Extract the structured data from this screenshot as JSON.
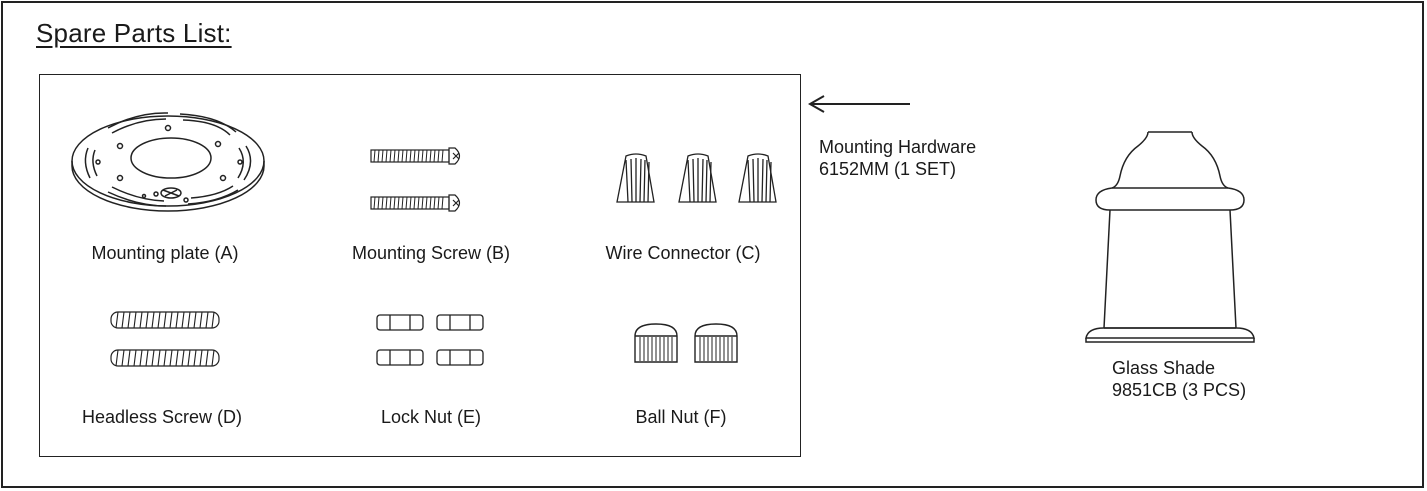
{
  "title": "Spare Parts List:",
  "hardware_box": {
    "parts": [
      {
        "label": "Mounting plate (A)",
        "icon": "mounting-plate-icon"
      },
      {
        "label": "Mounting Screw (B)",
        "icon": "mounting-screw-icon"
      },
      {
        "label": "Wire Connector (C)",
        "icon": "wire-connector-icon"
      },
      {
        "label": "Headless Screw (D)",
        "icon": "headless-screw-icon"
      },
      {
        "label": "Lock Nut (E)",
        "icon": "lock-nut-icon"
      },
      {
        "label": "Ball Nut (F)",
        "icon": "ball-nut-icon"
      }
    ]
  },
  "mounting_hardware": {
    "line1": "Mounting Hardware",
    "line2": "6152MM (1 SET)",
    "icon": "arrow-left-icon"
  },
  "glass_shade": {
    "line1": "Glass Shade",
    "line2": "9851CB (3 PCS)",
    "icon": "glass-shade-icon"
  }
}
